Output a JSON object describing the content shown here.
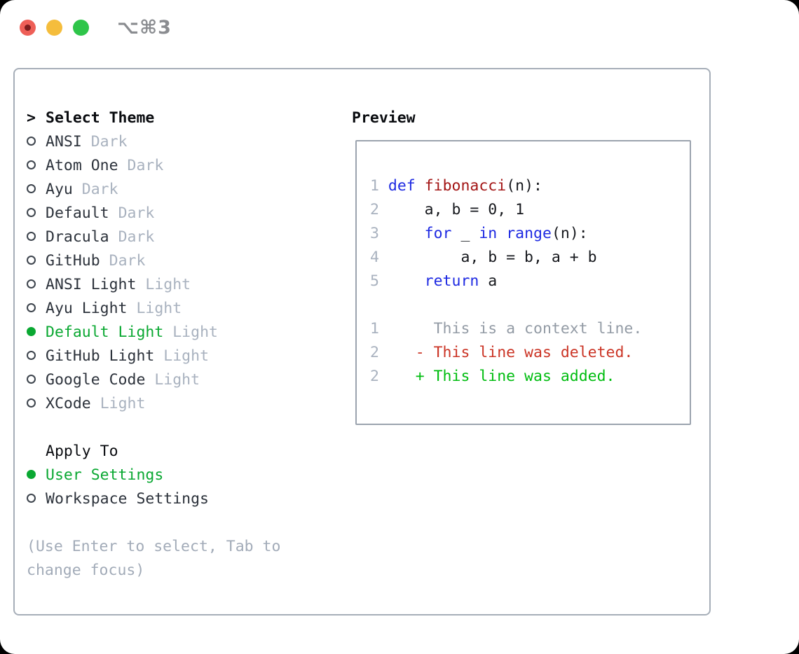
{
  "window": {
    "shortcut": "⌥⌘3"
  },
  "colors": {
    "selected_green": "#0aa832",
    "added_green": "#00bd10",
    "deleted_red": "#cb3425",
    "keyword_blue": "#1e2ae2",
    "function_red": "#a31515",
    "muted_gray": "#a9b2bf",
    "traffic_close": "#ee5f57",
    "traffic_minimize": "#f5bd3c",
    "traffic_zoom": "#2ec549"
  },
  "theme_picker": {
    "prompt": ">",
    "title": "Select Theme",
    "items": [
      {
        "name": "ANSI",
        "tag": "Dark",
        "selected": false
      },
      {
        "name": "Atom One",
        "tag": "Dark",
        "selected": false
      },
      {
        "name": "Ayu",
        "tag": "Dark",
        "selected": false
      },
      {
        "name": "Default",
        "tag": "Dark",
        "selected": false
      },
      {
        "name": "Dracula",
        "tag": "Dark",
        "selected": false
      },
      {
        "name": "GitHub",
        "tag": "Dark",
        "selected": false
      },
      {
        "name": "ANSI Light",
        "tag": "Light",
        "selected": false
      },
      {
        "name": "Ayu Light",
        "tag": "Light",
        "selected": false
      },
      {
        "name": "Default Light",
        "tag": "Light",
        "selected": true
      },
      {
        "name": "GitHub Light",
        "tag": "Light",
        "selected": false
      },
      {
        "name": "Google Code",
        "tag": "Light",
        "selected": false
      },
      {
        "name": "XCode",
        "tag": "Light",
        "selected": false
      }
    ]
  },
  "apply_to": {
    "title": "Apply To",
    "options": [
      {
        "label": "User Settings",
        "selected": true
      },
      {
        "label": "Workspace Settings",
        "selected": false
      }
    ]
  },
  "hint": {
    "line1": "(Use Enter to select, Tab to",
    "line2": "change focus)"
  },
  "preview": {
    "title": "Preview",
    "lines": [
      {
        "num": "1",
        "tokens": [
          {
            "t": "def",
            "c": "kw"
          },
          {
            "t": " ",
            "c": "pl"
          },
          {
            "t": "fibonacci",
            "c": "fn"
          },
          {
            "t": "(n):",
            "c": "pl"
          }
        ]
      },
      {
        "num": "2",
        "tokens": [
          {
            "t": "    a, b = 0, 1",
            "c": "pl"
          }
        ]
      },
      {
        "num": "3",
        "tokens": [
          {
            "t": "    ",
            "c": "pl"
          },
          {
            "t": "for",
            "c": "kw"
          },
          {
            "t": " _ ",
            "c": "pl"
          },
          {
            "t": "in",
            "c": "kw"
          },
          {
            "t": " ",
            "c": "pl"
          },
          {
            "t": "range",
            "c": "kw"
          },
          {
            "t": "(n):",
            "c": "pl"
          }
        ]
      },
      {
        "num": "4",
        "tokens": [
          {
            "t": "        a, b = b, a + b",
            "c": "pl"
          }
        ]
      },
      {
        "num": "5",
        "tokens": [
          {
            "t": "    ",
            "c": "pl"
          },
          {
            "t": "return",
            "c": "kw"
          },
          {
            "t": " a",
            "c": "pl"
          }
        ]
      },
      {
        "num": "",
        "tokens": []
      },
      {
        "num": "1",
        "tokens": [
          {
            "t": "     This is a context line.",
            "c": "ctx"
          }
        ]
      },
      {
        "num": "2",
        "tokens": [
          {
            "t": "   - This line was deleted.",
            "c": "del"
          }
        ]
      },
      {
        "num": "2",
        "tokens": [
          {
            "t": "   + This line was added.",
            "c": "add"
          }
        ]
      }
    ]
  }
}
